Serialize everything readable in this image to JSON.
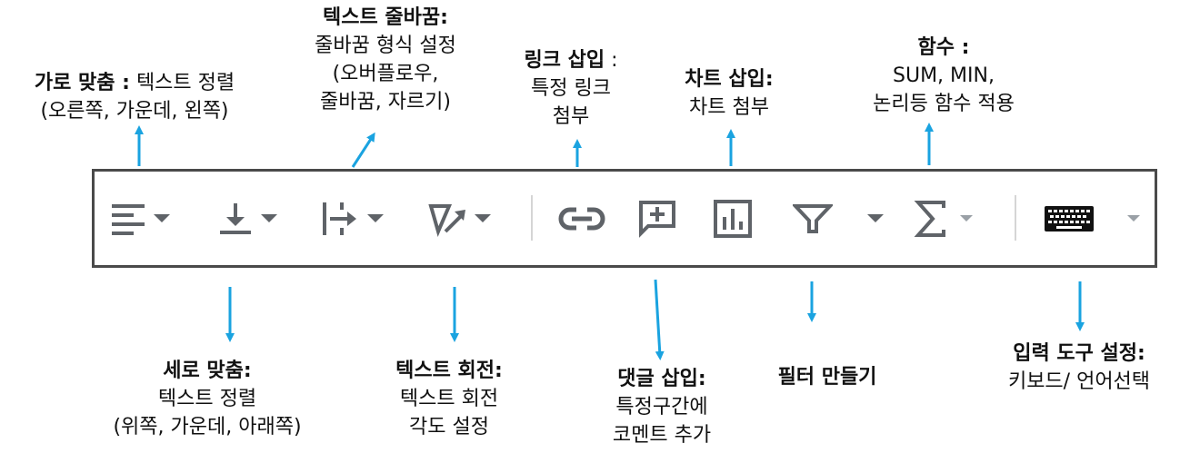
{
  "toolbar_tools": [
    {
      "name": "horizontal-align",
      "icon": "align-left-icon"
    },
    {
      "name": "vertical-align",
      "icon": "align-bottom-icon"
    },
    {
      "name": "text-wrap",
      "icon": "text-wrap-icon"
    },
    {
      "name": "text-rotation",
      "icon": "text-rotation-icon"
    },
    {
      "name": "insert-link",
      "icon": "link-icon"
    },
    {
      "name": "insert-comment",
      "icon": "add-comment-icon"
    },
    {
      "name": "insert-chart",
      "icon": "bar-chart-icon"
    },
    {
      "name": "create-filter",
      "icon": "filter-icon"
    },
    {
      "name": "functions",
      "icon": "sigma-icon"
    },
    {
      "name": "input-tools",
      "icon": "keyboard-icon"
    }
  ],
  "callouts": {
    "horizontal_align": {
      "title": "가로 맞춤 :",
      "line1": " 텍스트 정렬",
      "line2": "(오른쪽, 가운데, 왼쪽)"
    },
    "text_wrap": {
      "title": "텍스트 줄바꿈:",
      "line1": "줄바꿈 형식 설정",
      "line2": "(오버플로우,",
      "line3": "줄바꿈, 자르기)"
    },
    "insert_link": {
      "title": "링크 삽입",
      "suffix": " :",
      "line1": "특정 링크",
      "line2": "첨부"
    },
    "insert_chart": {
      "title": "차트 삽입:",
      "line1": "차트 첨부"
    },
    "functions": {
      "title": "함수 :",
      "line1": "SUM, MIN,",
      "line2": "논리등 함수 적용"
    },
    "vertical_align": {
      "title": "세로 맞춤:",
      "line1": "텍스트 정렬",
      "line2": "(위쪽, 가운데, 아래쪽)"
    },
    "text_rotation": {
      "title": "텍스트 회전:",
      "line1": "텍스트 회전",
      "line2": "각도 설정"
    },
    "insert_comment": {
      "title": "댓글 삽입:",
      "line1": "특정구간에",
      "line2": "코멘트 추가"
    },
    "create_filter": {
      "title": "필터 만들기"
    },
    "input_tools": {
      "title": "입력 도구 설정:",
      "line1": "키보드/ 언어선택"
    }
  },
  "colors": {
    "arrow": "#1aa3e0",
    "icon": "#5f6368",
    "border": "#4a4a4a"
  }
}
